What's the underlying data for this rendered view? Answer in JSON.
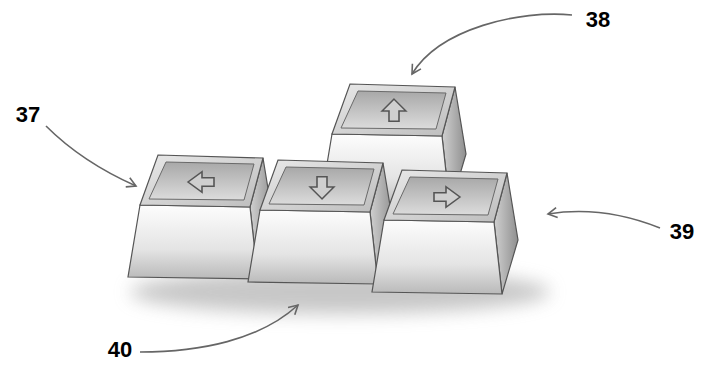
{
  "diagram": {
    "labels": [
      "38",
      "37",
      "39",
      "40"
    ]
  }
}
